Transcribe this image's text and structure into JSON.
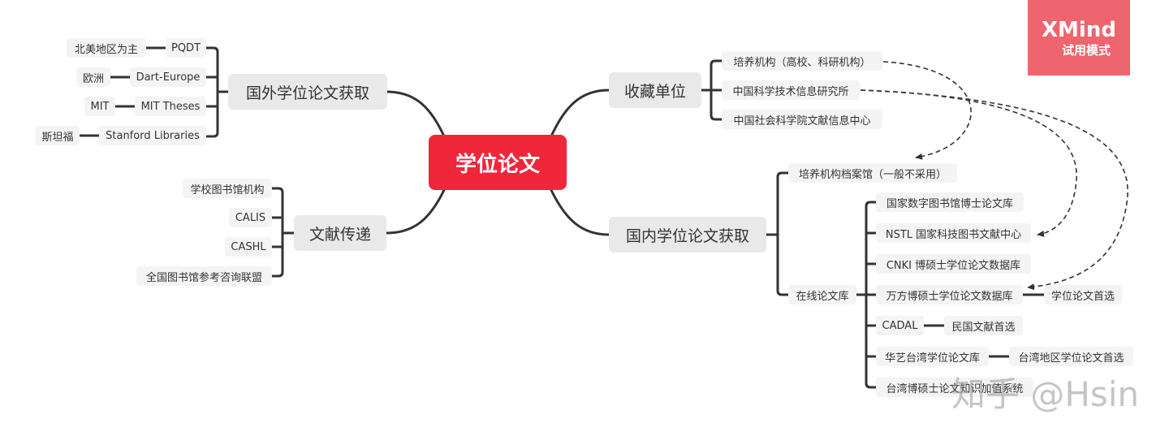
{
  "badge": {
    "brand": "XMind",
    "mode": "试用模式"
  },
  "watermark": "知乎 @Hsin",
  "root": "学位论文",
  "branches": {
    "foreign": {
      "label": "国外学位论文获取",
      "items": [
        {
          "name": "PQDT",
          "note": "北美地区为主"
        },
        {
          "name": "Dart-Europe",
          "note": "欧洲"
        },
        {
          "name": "MIT Theses",
          "note": "MIT"
        },
        {
          "name": "Stanford Libraries",
          "note": "斯坦福"
        }
      ]
    },
    "delivery": {
      "label": "文献传递",
      "items": [
        "学校图书馆机构",
        "CALIS",
        "CASHL",
        "全国图书馆参考咨询联盟"
      ]
    },
    "collection": {
      "label": "收藏单位",
      "items": [
        "培养机构（高校、科研机构）",
        "中国科学技术信息研究所",
        "中国社会科学院文献信息中心"
      ]
    },
    "domestic": {
      "label": "国内学位论文获取",
      "archive": "培养机构档案馆（一般不采用）",
      "online": {
        "label": "在线论文库",
        "items": [
          {
            "name": "国家数字图书馆博士论文库"
          },
          {
            "name": "NSTL 国家科技图书文献中心"
          },
          {
            "name": "CNKI 博硕士学位论文数据库"
          },
          {
            "name": "万方博硕士学位论文数据库",
            "note": "学位论文首选"
          },
          {
            "name": "CADAL",
            "note": "民国文献首选"
          },
          {
            "name": "华艺台湾学位论文库",
            "note": "台湾地区学位论文首选"
          },
          {
            "name": "台湾博硕士论文知识加值系统"
          }
        ]
      }
    }
  },
  "colors": {
    "root": "#f0263b",
    "badge": "#ee646f",
    "line": "#333333",
    "node": "#eeeeee"
  }
}
